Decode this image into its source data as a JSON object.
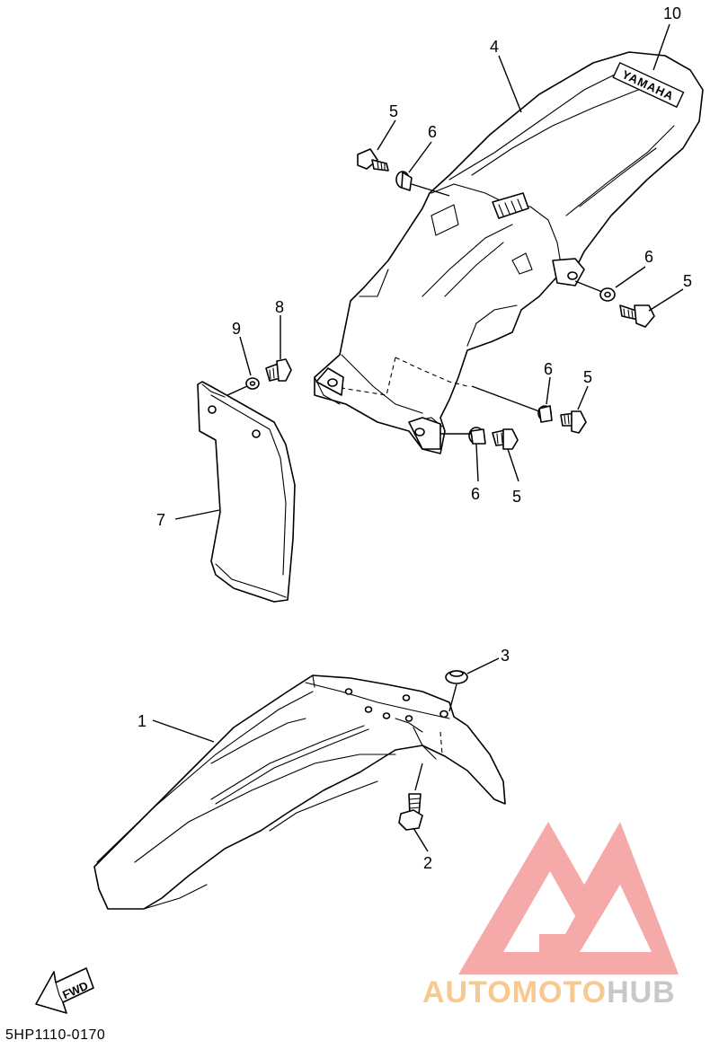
{
  "diagram": {
    "code": "5HP1110-0170",
    "fwd_label": "FWD",
    "brand_lettering": "YAMAHA",
    "watermark": {
      "part_a": "AUTOMOTO",
      "part_b": "HUB",
      "color_a": "#f7c98f",
      "color_b": "#c8c8c8",
      "logo_color": "#f4a0a0"
    },
    "callouts": [
      {
        "id": "c10",
        "label": "10"
      },
      {
        "id": "c4",
        "label": "4"
      },
      {
        "id": "c5a",
        "label": "5"
      },
      {
        "id": "c6a",
        "label": "6"
      },
      {
        "id": "c6b",
        "label": "6"
      },
      {
        "id": "c5b",
        "label": "5"
      },
      {
        "id": "c8",
        "label": "8"
      },
      {
        "id": "c9",
        "label": "9"
      },
      {
        "id": "c6c",
        "label": "6"
      },
      {
        "id": "c5c",
        "label": "5"
      },
      {
        "id": "c6d",
        "label": "6"
      },
      {
        "id": "c5d",
        "label": "5"
      },
      {
        "id": "c7",
        "label": "7"
      },
      {
        "id": "c3",
        "label": "3"
      },
      {
        "id": "c1",
        "label": "1"
      },
      {
        "id": "c2",
        "label": "2"
      }
    ]
  }
}
